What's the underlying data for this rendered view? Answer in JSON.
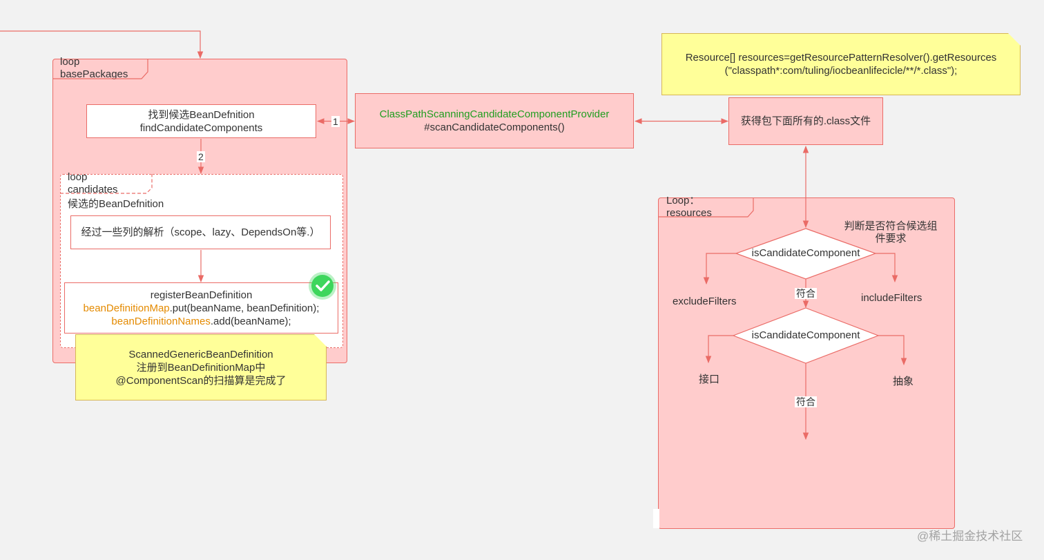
{
  "loop_base_packages": {
    "label_line1": "loop",
    "label_line2": "basePackages"
  },
  "find_candidates": {
    "line1": "找到候选BeanDefnition",
    "line2": "findCandidateComponents"
  },
  "loop_candidates": {
    "label_line1": "loop",
    "label_line2": "candidates",
    "caption": "候选的BeanDefnition"
  },
  "parse_box": {
    "text": "经过一些列的解析（scope、lazy、DependsOn等.）"
  },
  "register_box": {
    "line1": "registerBeanDefinition",
    "line2_highlight": "beanDefinitionMap",
    "line2_rest": ".put(beanName, beanDefinition);",
    "line3_highlight": "beanDefinitionNames",
    "line3_rest": ".add(beanName);"
  },
  "scanned_note": {
    "line1": "ScannedGenericBeanDefinition",
    "line2": "注册到BeanDefinitionMap中",
    "line3": "@ComponentScan的扫描算是完成了"
  },
  "edge_labels": {
    "one": "1",
    "two": "2",
    "match1": "符合",
    "match2": "符合"
  },
  "provider_box": {
    "line1": "ClassPathScanningCandidateComponentProvider",
    "line2": "#scanCandidateComponents()"
  },
  "class_files_box": {
    "text": "获得包下面所有的.class文件"
  },
  "resources_note": {
    "line1": "Resource[] resources=getResourcePatternResolver().getResources",
    "line2": "(\"classpath*:com/tuling/iocbeanlifecicle/**/*.class\");"
  },
  "loop_resources": {
    "label_line1": "Loop：",
    "label_line2": "resources"
  },
  "judge_text": {
    "line1": "判断是否符合候选组",
    "line2": "件要求"
  },
  "decision1": {
    "text": "isCandidateComponent"
  },
  "decision2": {
    "text": "isCandidateComponent"
  },
  "exclude_filters": {
    "text": "excludeFilters"
  },
  "include_filters": {
    "text": "includeFilters"
  },
  "interface_label": {
    "text": "接口"
  },
  "abstract_label": {
    "text": "抽象"
  },
  "watermark": {
    "text": "@稀土掘金技术社区"
  },
  "colors": {
    "pink_fill": "#ffcccc",
    "pink_stroke": "#ea6b66",
    "note_fill": "#ffff99",
    "check_green": "#3dd65c",
    "highlight_orange": "#e48a00",
    "provider_green": "#1f9d1f"
  }
}
